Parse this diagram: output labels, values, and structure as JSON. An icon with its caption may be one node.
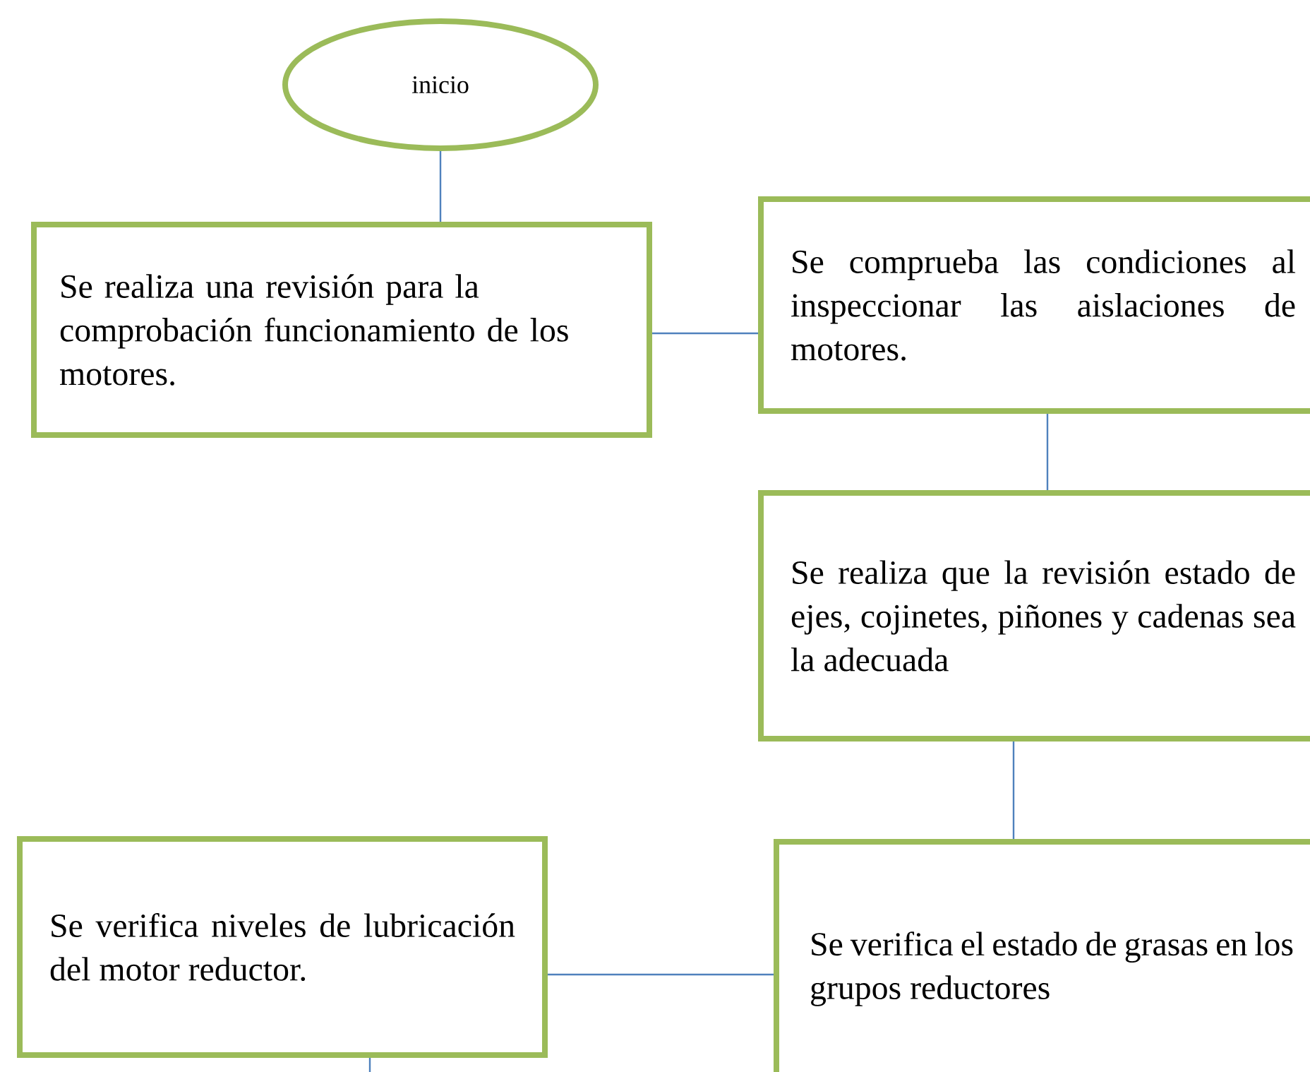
{
  "diagram": {
    "nodes": [
      {
        "text": [
          "inicio"
        ]
      },
      {
        "text": [
          "Se realiza una revisión para la comprobación funcionamiento de los motores."
        ]
      },
      {
        "text": [
          "Se comprueba las condiciones al inspeccionar las aislaciones de motores."
        ]
      },
      {
        "text": [
          "Se realiza que la revisión estado de ejes, cojinetes, piñones y cadenas sea la adecuada"
        ]
      },
      {
        "text": [
          "Se verifica el estado de grasas en los grupos reductores"
        ]
      },
      {
        "text": [
          "Se verifica niveles de lubricación del motor reductor."
        ]
      }
    ],
    "edges": [
      {
        "from": 0,
        "to": 1,
        "arrow": "none"
      },
      {
        "from": 1,
        "to": 2,
        "arrow": "none"
      },
      {
        "from": 2,
        "to": 3,
        "arrow": "none"
      },
      {
        "from": 3,
        "to": 4,
        "arrow": "none"
      },
      {
        "from": 4,
        "to": 5,
        "arrow": "none"
      },
      {
        "from": 5,
        "to": null,
        "arrow": "none"
      }
    ]
  }
}
